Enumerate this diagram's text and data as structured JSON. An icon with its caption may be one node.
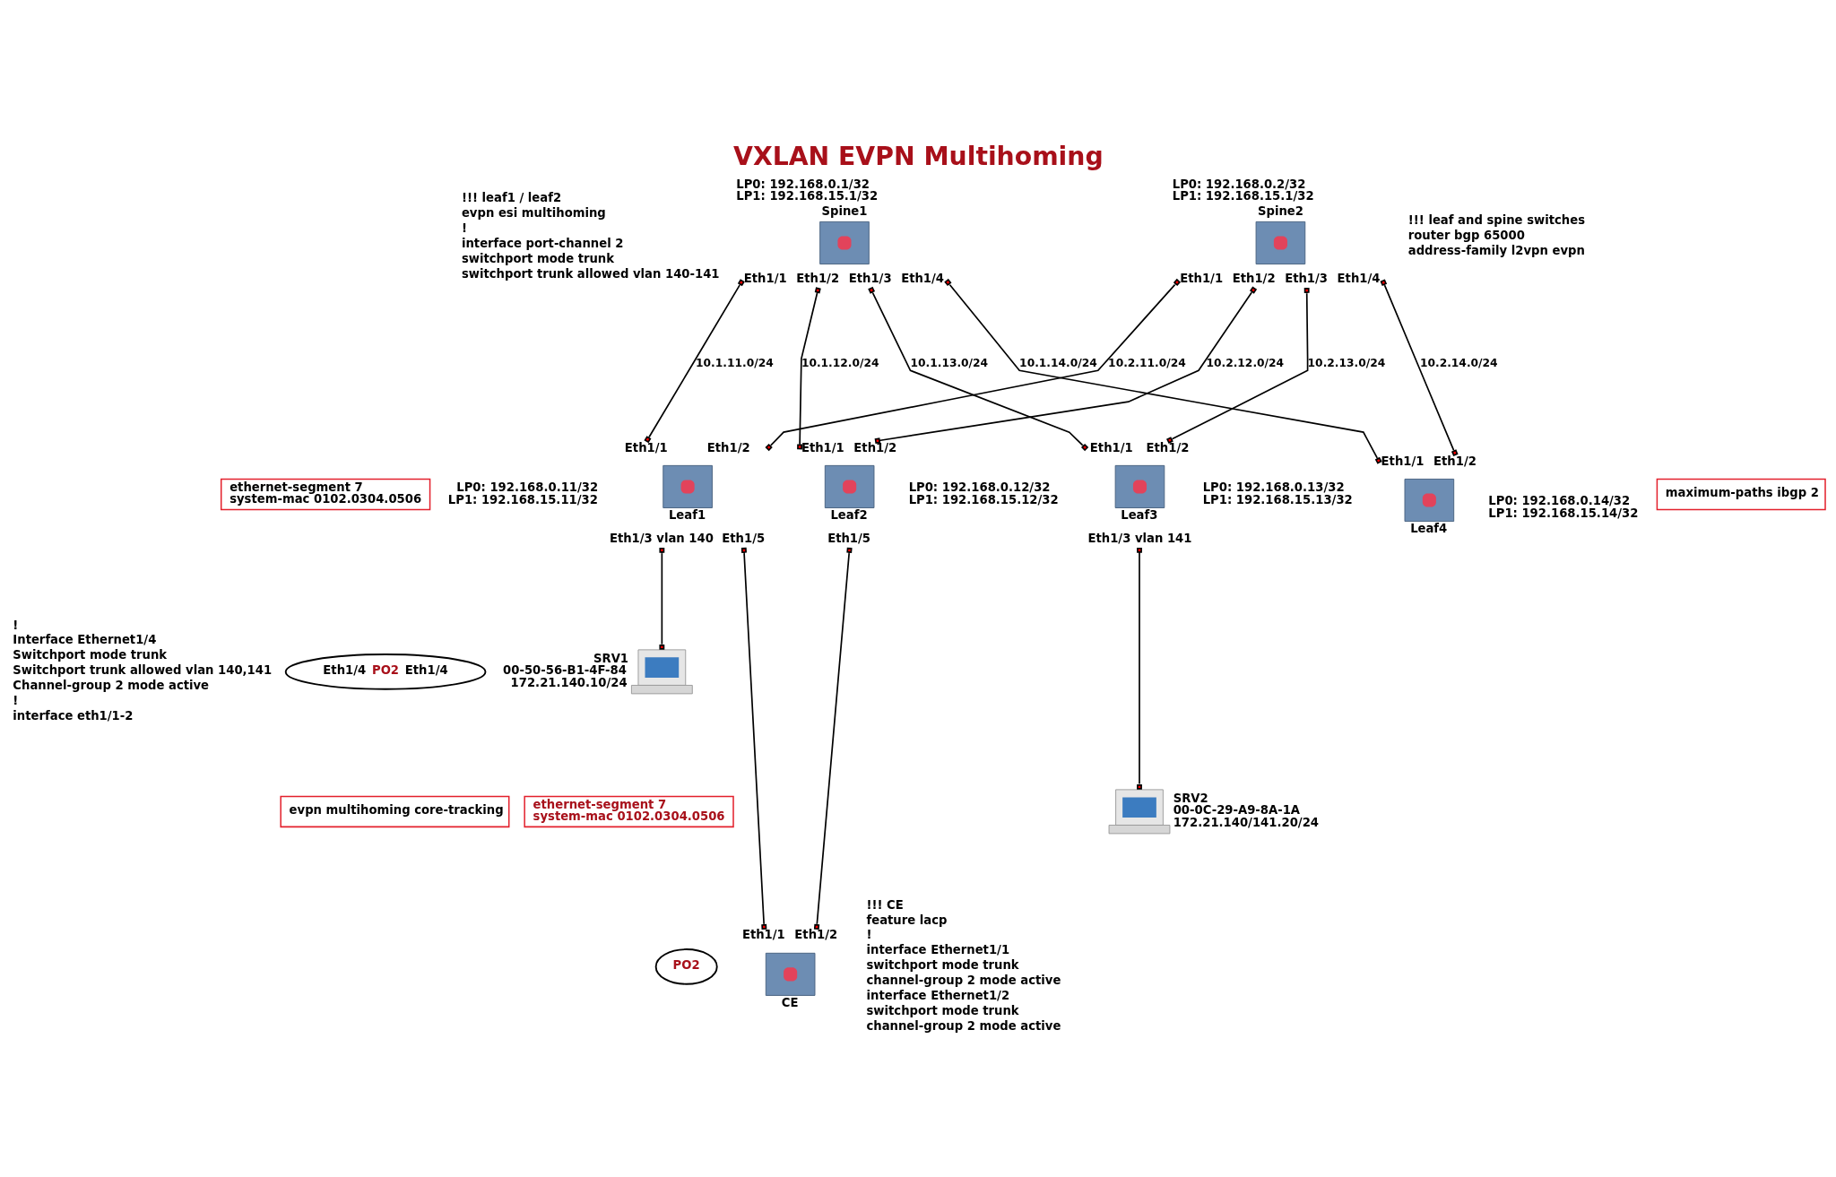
{
  "diagram": {
    "title": "VXLAN EVPN Multihoming",
    "nodes": [
      {
        "text": [
          "Spine1"
        ],
        "beside": [
          "LP0: 192.168.0.1/32",
          "LP1: 192.168.15.1/32",
          "Eth1/1",
          "Eth1/2",
          "Eth1/3",
          "Eth1/4"
        ]
      },
      {
        "text": [
          "Spine2"
        ],
        "beside": [
          "LP0: 192.168.0.2/32",
          "LP1: 192.168.15.1/32",
          "Eth1/1",
          "Eth1/2",
          "Eth1/3",
          "Eth1/4"
        ]
      },
      {
        "text": [
          "ethernet-segment 7",
          "system-mac 0102.0304.0506"
        ]
      },
      {
        "text": [
          "maximum-paths ibgp 2"
        ]
      },
      {
        "text": [
          "evpn multihoming core-tracking"
        ]
      },
      {
        "text": [
          "Leaf1"
        ],
        "beside": [
          "Eth1/1",
          "Eth1/2",
          "LP0: 192.168.0.11/32",
          "LP1: 192.168.15.11/32",
          "Eth1/5",
          "Eth1/3 vlan 140"
        ]
      },
      {
        "text": [
          "Leaf2"
        ],
        "beside": [
          "Eth1/1",
          "Eth1/2",
          "LP0: 192.168.0.12/32",
          "LP1: 192.168.15.12/32",
          "Eth1/5"
        ]
      },
      {
        "text": [
          "Leaf3"
        ],
        "beside": [
          "Eth1/1",
          "Eth1/2",
          "LP0: 192.168.0.13/32",
          "LP1: 192.168.15.13/32",
          "Eth1/3 vlan 141"
        ]
      },
      {
        "text": [
          "Leaf4"
        ],
        "beside": [
          "Eth1/1",
          "Eth1/2",
          "LP0: 192.168.0.14/32",
          "LP1: 192.168.15.14/32"
        ]
      },
      {
        "text": [
          "Eth1/4",
          "PO2",
          "Eth1/4"
        ]
      },
      {
        "text": [
          "ethernet-segment 7",
          "system-mac 0102.0304.0506"
        ]
      },
      {
        "text": [
          "SRV1"
        ],
        "beside": [
          "00-50-56-B1-4F-84",
          "172.21.140.10/24"
        ]
      },
      {
        "text": [
          "PO2"
        ]
      },
      {
        "text": [
          "CE"
        ],
        "beside": [
          "Eth1/1",
          "Eth1/2"
        ]
      },
      {
        "text": [
          "SRV2"
        ],
        "beside": [
          "00-0C-29-A9-8A-1A",
          "172.21.140/141.20/24"
        ]
      }
    ],
    "edges": [
      {
        "from": 0,
        "to": 5,
        "arrow": "other",
        "label": "10.1.11.0/24"
      },
      {
        "from": 0,
        "to": 6,
        "arrow": "other",
        "label": "10.1.12.0/24"
      },
      {
        "from": 0,
        "to": 7,
        "arrow": "other",
        "label": "10.1.13.0/24"
      },
      {
        "from": 0,
        "to": 8,
        "arrow": "other",
        "label": "10.1.14.0/24"
      },
      {
        "from": 1,
        "to": 5,
        "arrow": "other",
        "label": "10.2.11.0/24"
      },
      {
        "from": 1,
        "to": 6,
        "arrow": "other",
        "label": "10.2.12.0/24"
      },
      {
        "from": 1,
        "to": 7,
        "arrow": "other",
        "label": "10.2.13.0/24"
      },
      {
        "from": 1,
        "to": 8,
        "arrow": "other",
        "label": "10.2.14.0/24"
      },
      {
        "from": 5,
        "to": 11,
        "arrow": "other"
      },
      {
        "from": 5,
        "to": 13,
        "arrow": "other"
      },
      {
        "from": 6,
        "to": 13,
        "arrow": "other"
      },
      {
        "from": 7,
        "to": 14,
        "arrow": "other"
      }
    ],
    "labels": [
      "!!! leaf1 / leaf2",
      "evpn esi multihoming",
      "!",
      "interface port-channel 2",
      "switchport mode trunk",
      "switchport trunk allowed vlan 140-141",
      "!",
      "Interface Ethernet1/4",
      "Switchport mode trunk",
      "Switchport trunk allowed vlan 140,141",
      "Channel-group 2 mode active",
      "!",
      "interface eth1/1-2",
      "!!! leaf and spine switches",
      "router bgp 65000",
      "address-family l2vpn evpn",
      "!!! CE",
      "feature lacp",
      "!",
      "interface Ethernet1/1",
      "switchport mode trunk",
      "channel-group 2 mode active",
      "interface Ethernet1/2",
      "switchport mode trunk",
      "channel-group 2 mode active"
    ]
  }
}
